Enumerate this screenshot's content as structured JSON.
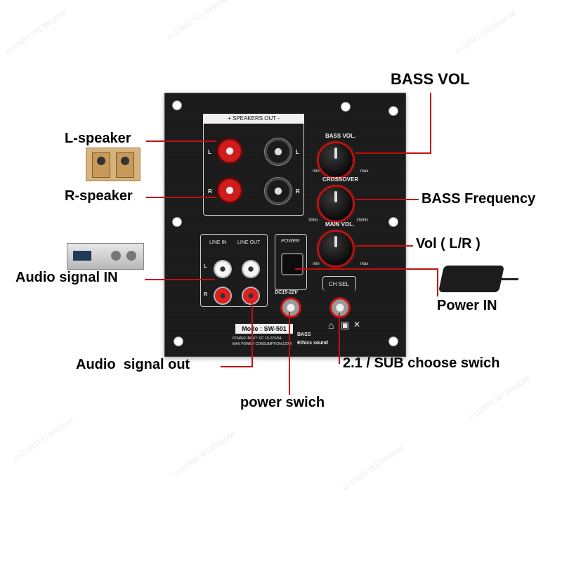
{
  "watermark": "cn1099178136epcae",
  "colors": {
    "panel": "#1a1a1a",
    "accent_red": "#c01010",
    "callout_text": "#000000"
  },
  "panel": {
    "speakers_out": "+ SPEAKERS OUT -",
    "bass_vol": "BASS VOL.",
    "crossover": "CROSSOVER",
    "main_vol": "MAIN VOL.",
    "min": "min",
    "max": "max",
    "freq_low": "30Hz",
    "freq_high": "150Hz",
    "line_in": "LINE IN",
    "line_out": "LINE OUT",
    "power": "POWER",
    "dc": "DC15-22V",
    "ch_sel": "CH SEL",
    "l": "L",
    "r": "R",
    "mode": "Mode : SW-501",
    "power_input": "POWER INPUT: DC 15-22V/5A",
    "max_power": "MAX POWER CONSUMPTION:120W",
    "bass": "BASS",
    "brand": "Ethics sound"
  },
  "callouts": {
    "bass_vol": "BASS VOL",
    "l_speaker": "L-speaker",
    "r_speaker": "R-speaker",
    "bass_frequency": "BASS Frequency",
    "vol_lr": "Vol ( L/R )",
    "audio_in": "Audio signal IN",
    "power_in": "Power IN",
    "audio_out": "Audio  signal out",
    "ch_switch": "2.1 / SUB choose swich",
    "power_switch": "power swich"
  }
}
